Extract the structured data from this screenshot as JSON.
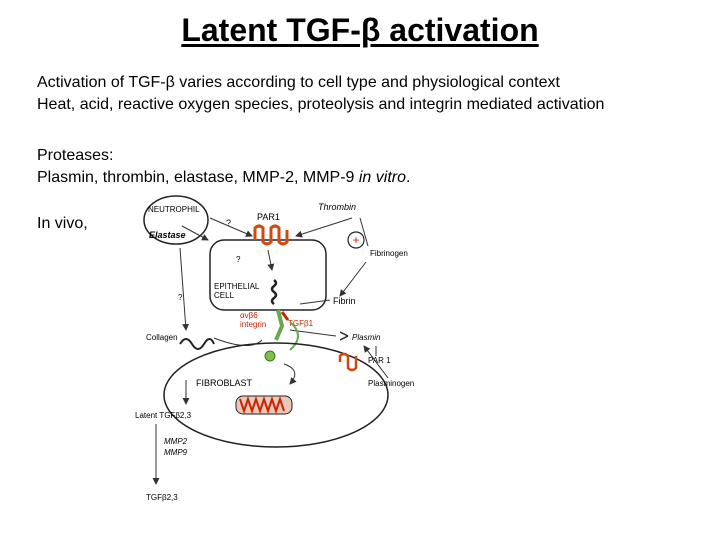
{
  "slide": {
    "title": "Latent TGF-β activation",
    "lines": [
      "Activation of TGF-β varies according to cell type and physiological context",
      "Heat, acid, reactive oxygen species, proteolysis and integrin mediated activation",
      "Proteases:",
      "In vivo,"
    ],
    "proteases_list_prefix": "Plasmin, thrombin, elastase, MMP-2, MMP-9 ",
    "proteases_list_italic": "in vitro",
    "proteases_list_suffix": "."
  },
  "diagram": {
    "neutrophil": "NEUTROPHIL",
    "elastase": "Elastase",
    "par1_top": "PAR1",
    "thrombin": "Thrombin",
    "plus": "+",
    "fibrinogen": "Fibrinogen",
    "question": "?",
    "epithelial_1": "EPITHELIAL",
    "epithelial_2": "CELL",
    "fibrin": "Fibrin",
    "avb6": "αvβ6",
    "integrin": "integrin",
    "tgfb1": "TGFβ1",
    "collagen": "Collagen",
    "plasmin": "Plasmin",
    "par1_bottom": "PAR 1",
    "fibroblast": "FIBROBLAST",
    "plasminogen": "Plasminogen",
    "latent_tgfb23": "Latent TGFβ2,3",
    "mmp2": "MMP2",
    "mmp9": "MMP9",
    "tgfb23": "TGFβ2,3"
  },
  "colors": {
    "accent_red": "#cc2200",
    "receptor_orange": "#d04a10",
    "integrin_green": "#6aa84f"
  }
}
